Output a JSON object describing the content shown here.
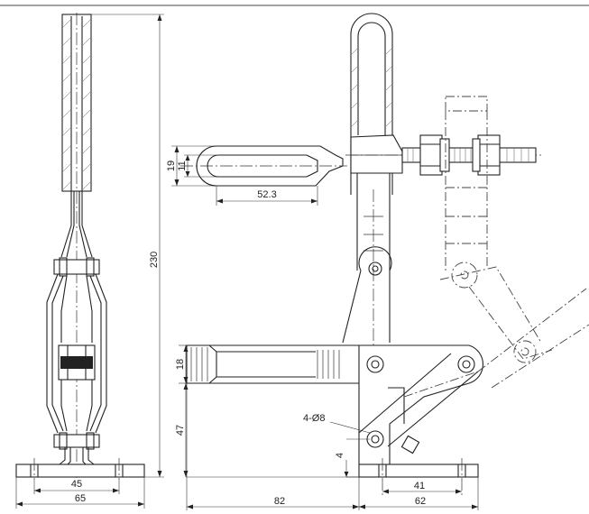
{
  "dimensions": {
    "d230": "230",
    "d19": "19",
    "d11": "11",
    "d52_3": "52.3",
    "d18": "18",
    "d47": "47",
    "d4": "4",
    "d4_hole": "4-Ø8",
    "d45": "45",
    "d65": "65",
    "d82": "82",
    "d41": "41",
    "d62": "62"
  }
}
